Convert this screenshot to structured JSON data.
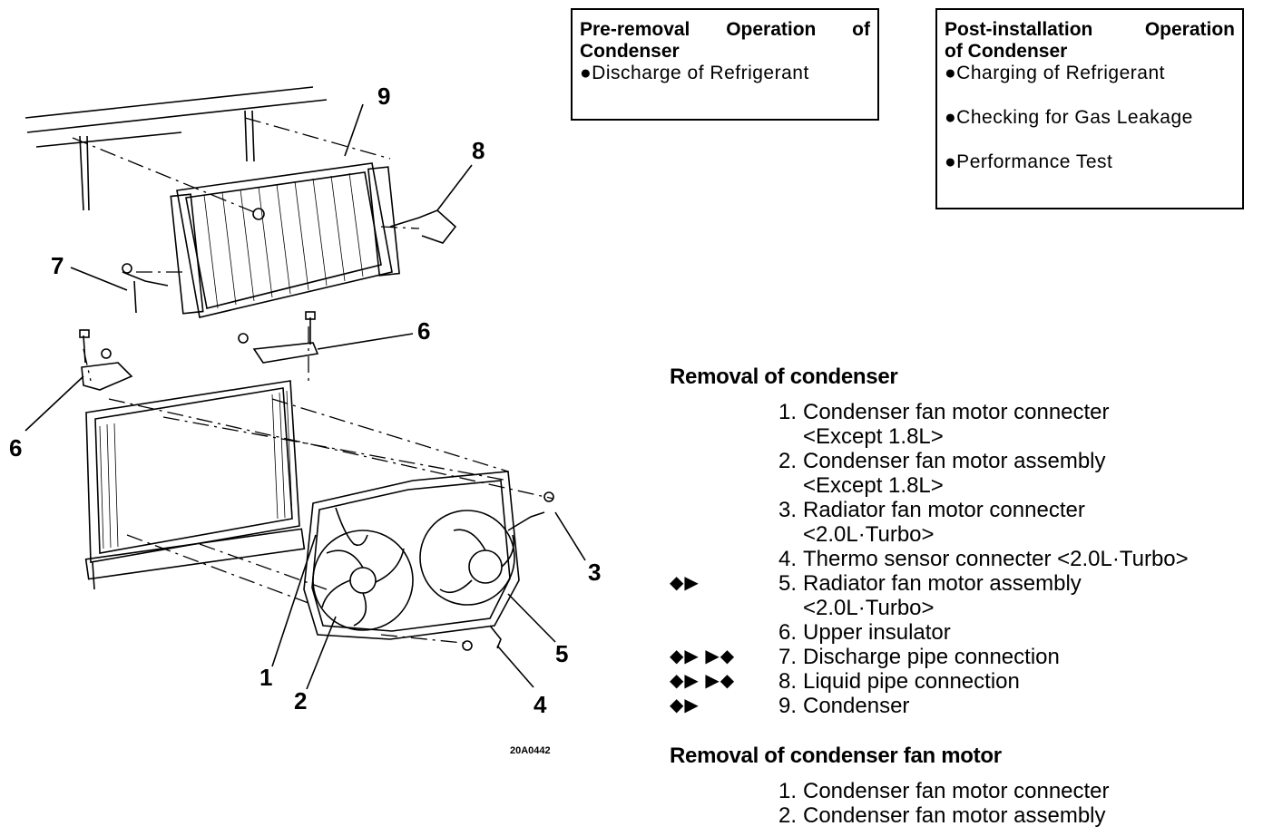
{
  "pre_removal": {
    "title": "Pre-removal Operation of Condenser",
    "title_line1": "Pre-removal Operation of",
    "title_line2": "Condenser",
    "items": [
      "●Discharge of Refrigerant"
    ]
  },
  "post_installation": {
    "title_line1": "Post-installation Operation",
    "title_line2": "of Condenser",
    "items": [
      "●Charging of Refrigerant",
      "●Checking for Gas Leakage",
      "●Performance Test"
    ]
  },
  "diagram": {
    "labels": [
      "1",
      "2",
      "3",
      "4",
      "5",
      "6",
      "6",
      "7",
      "8",
      "9"
    ],
    "code": "20A0442"
  },
  "removal_condenser": {
    "title": "Removal of condenser",
    "items": [
      {
        "marks": "",
        "num": "1.",
        "text": "Condenser fan motor connecter"
      },
      {
        "marks": "",
        "num": "",
        "text": "<Except 1.8L>"
      },
      {
        "marks": "",
        "num": "2.",
        "text": "Condenser fan motor assembly"
      },
      {
        "marks": "",
        "num": "",
        "text": "<Except 1.8L>"
      },
      {
        "marks": "",
        "num": "3.",
        "text": "Radiator fan motor connecter"
      },
      {
        "marks": "",
        "num": "",
        "text": "<2.0L·Turbo>"
      },
      {
        "marks": "",
        "num": "4.",
        "text": "Thermo sensor connecter <2.0L·Turbo>"
      },
      {
        "marks": "◆▶",
        "num": "5.",
        "text": "Radiator fan motor assembly"
      },
      {
        "marks": "",
        "num": "",
        "text": "<2.0L·Turbo>"
      },
      {
        "marks": "",
        "num": "6.",
        "text": "Upper insulator"
      },
      {
        "marks": "◆▶ ▶◆",
        "num": "7.",
        "text": "Discharge pipe connection"
      },
      {
        "marks": "◆▶ ▶◆",
        "num": "8.",
        "text": "Liquid pipe connection"
      },
      {
        "marks": "◆▶",
        "num": "9.",
        "text": "Condenser"
      }
    ]
  },
  "removal_fan_motor": {
    "title": "Removal of condenser fan motor",
    "items": [
      {
        "marks": "",
        "num": "1.",
        "text": "Condenser fan motor connecter"
      },
      {
        "marks": "",
        "num": "2.",
        "text": "Condenser fan motor assembly"
      }
    ]
  }
}
